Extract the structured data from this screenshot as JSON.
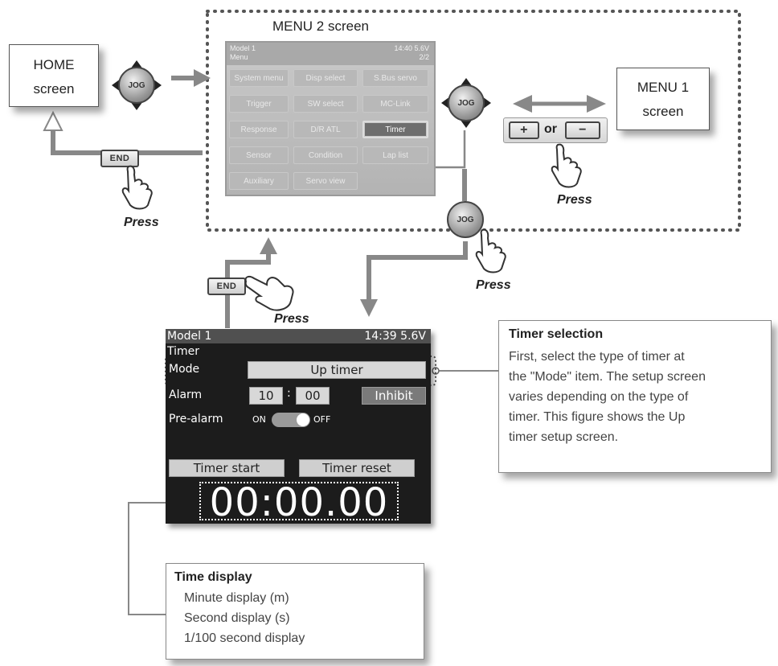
{
  "menu2": {
    "caption": "MENU 2 screen",
    "header_left": [
      "Model 1",
      "Menu"
    ],
    "header_right": [
      "14:40 5.6V",
      "2/2"
    ],
    "rows": [
      [
        "System menu",
        "Disp select",
        "S.Bus servo"
      ],
      [
        "Trigger",
        "SW select",
        "MC-Link"
      ],
      [
        "Response",
        "D/R ATL",
        "Timer"
      ],
      [
        "Sensor",
        "Condition",
        "Lap list"
      ],
      [
        "Auxiliary",
        "Servo view",
        ""
      ]
    ]
  },
  "home": {
    "label_1": "HOME",
    "label_2": "screen"
  },
  "menu1": {
    "label_1": "MENU 1",
    "label_2": "screen"
  },
  "keys": {
    "jog": "JOG",
    "end": "END",
    "plus": "+",
    "or": "or",
    "minus": "−"
  },
  "press": "Press",
  "timer_screen": {
    "model": "Model 1",
    "status": "14:39 5.6V",
    "title": "Timer",
    "mode_label": "Mode",
    "mode_value": "Up timer",
    "alarm_label": "Alarm",
    "alarm_min": "10",
    "alarm_colon": ":",
    "alarm_sec": "00",
    "alarm_inhibit": "Inhibit",
    "prealarm_label": "Pre-alarm",
    "prealarm_on": "ON",
    "prealarm_off": "OFF",
    "start": "Timer start",
    "reset": "Timer reset",
    "time": "00:00.00"
  },
  "timer_selection": {
    "heading": "Timer selection",
    "lines": [
      "First, select the type of timer at",
      "the \"Mode\" item. The setup screen",
      "varies depending on the type of",
      "timer. This figure shows the Up",
      "timer setup screen."
    ]
  },
  "time_display": {
    "heading": "Time display",
    "lines": [
      "Minute display (m)",
      "Second display (s)",
      "1/100 second display"
    ]
  }
}
